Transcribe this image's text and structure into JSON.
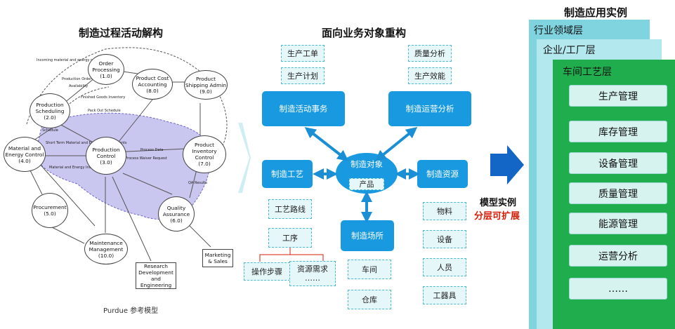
{
  "left": {
    "title": "制造过程活动解构",
    "caption": "Purdue 参考模型",
    "nodes": {
      "order": "Order\nProcessing\n(1.0)",
      "cost": "Product Cost\nAccounting\n(8.0)",
      "shipping": "Product\nShipping Admin\n(9.0)",
      "scheduling": "Production\nScheduling\n(2.0)",
      "material": "Material and\nEnergy Control\n(4.0)",
      "control": "Production\nControl\n(3.0)",
      "inventory": "Product\nInventory Control\n(7.0)",
      "procurement": "Procurement\n(5.0)",
      "quality": "Quality\nAssurance\n(6.0)",
      "maintenance": "Maintenance\nManagement\n(10.0)",
      "research": "Research\nDevelopment\nand Engineering",
      "marketing": "Marketing\n& Sales"
    },
    "flows": {
      "f1": "Finished Goods Inventory",
      "f2": "Pack Out Schedule",
      "f3": "Short Term Material\nand Energy Requirements",
      "f4": "Material and Energy\nInventory",
      "f5": "Process Data",
      "f6": "In Process Waiver\nRequest",
      "f7": "Schedule",
      "f8": "Incoming material and\nenergy receipt",
      "f9": "Production Order",
      "f10": "Availability",
      "f11": "QA Results"
    }
  },
  "middle": {
    "title": "面向业务对象重构",
    "top_left_pills": [
      "生产工单",
      "生产计划"
    ],
    "top_right_pills": [
      "质量分析",
      "生产效能"
    ],
    "activity": "制造活动事务",
    "operation": "制造运营分析",
    "process": "制造工艺",
    "object": "制造对象",
    "product": "产品",
    "resource": "制造资源",
    "site": "制造场所",
    "route": "工艺路线",
    "step": "工序",
    "op_step": "操作步骤",
    "res_need": "资源需求\n……",
    "site_pills": [
      "车间",
      "仓库"
    ],
    "resource_pills": [
      "物料",
      "设备",
      "人员",
      "工器具"
    ]
  },
  "arrow": {
    "line1": "模型实例",
    "line2": "分层可扩展"
  },
  "right": {
    "title": "制造应用实例",
    "layer1": "行业领域层",
    "layer2": "企业/工厂层",
    "layer3": "车间工艺层",
    "items": [
      "生产管理",
      "库存管理",
      "设备管理",
      "质量管理",
      "能源管理",
      "运营分析",
      "……"
    ]
  },
  "colors": {
    "blue": "#1899e0",
    "pill_bg": "#e6f7fa",
    "green": "#1fad4d",
    "cyan_layer": "#7fd4e0",
    "red": "#d81e06"
  }
}
